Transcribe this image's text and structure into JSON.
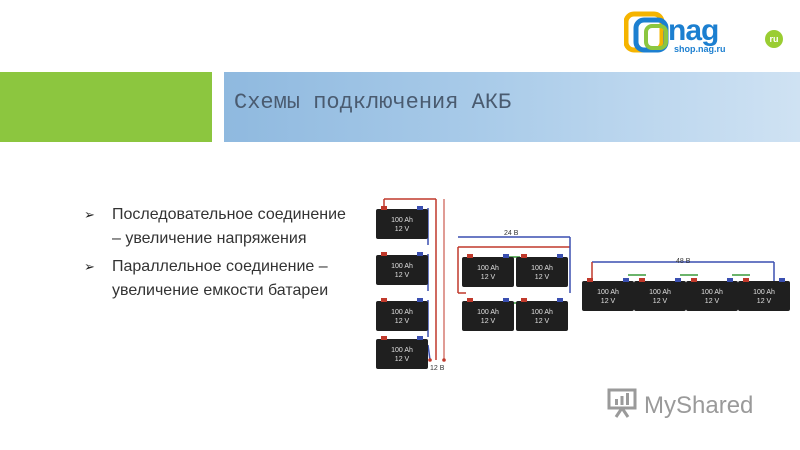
{
  "logo": {
    "name": "nag",
    "domain_badge": "ru",
    "subtitle": "shop.nag.ru"
  },
  "slide": {
    "title": "Схемы подключения АКБ",
    "bullets": [
      "Последовательное соединение – увеличение напряжения",
      "Параллельное соединение – увеличение емкости батареи"
    ]
  },
  "diagrams": {
    "battery_capacity": "100 Ah",
    "battery_voltage": "12 V",
    "voltage_label_single": "12 В",
    "voltage_label_2x2": "24 В",
    "voltage_label_4x1": "48 В"
  },
  "watermark": {
    "text": "MyShared"
  },
  "colors": {
    "green_bar": "#8cc63f",
    "title_bar": "#a9cbe9",
    "battery": "#1f1f1f",
    "wire_red": "#c0392b",
    "wire_blue": "#3a4fb0",
    "wire_green": "#3a9a3a"
  }
}
